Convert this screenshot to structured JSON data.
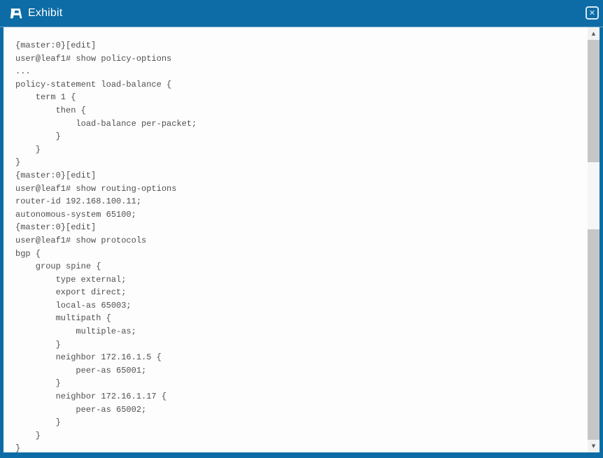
{
  "window": {
    "title": "Exhibit",
    "icons": {
      "titlebar_icon": "easel-sign",
      "close_icon": "✕",
      "scroll_up_icon": "▲",
      "scroll_down_icon": "▼"
    },
    "colors": {
      "titlebar_blue": "#0d6ca6",
      "content_background": "#fdfdfd",
      "terminal_text": "#4f4f4f",
      "scrollbar_track": "#c6c6c6",
      "scrollbar_thumb": "#f6f6f6"
    }
  },
  "terminal": {
    "lines": [
      "{master:0}[edit]",
      "user@leaf1# show policy-options",
      "...",
      "policy-statement load-balance {",
      "    term 1 {",
      "        then {",
      "            load-balance per-packet;",
      "        }",
      "    }",
      "}",
      "{master:0}[edit]",
      "user@leaf1# show routing-options",
      "router-id 192.168.100.11;",
      "autonomous-system 65100;",
      "{master:0}[edit]",
      "user@leaf1# show protocols",
      "bgp {",
      "    group spine {",
      "        type external;",
      "        export direct;",
      "        local-as 65003;",
      "        multipath {",
      "            multiple-as;",
      "        }",
      "        neighbor 172.16.1.5 {",
      "            peer-as 65001;",
      "        }",
      "        neighbor 172.16.1.17 {",
      "            peer-as 65002;",
      "        }",
      "    }",
      "}"
    ]
  }
}
